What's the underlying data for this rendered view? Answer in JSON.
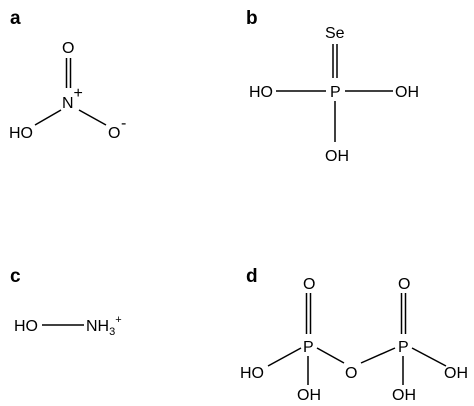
{
  "panels": {
    "a": {
      "label": "a",
      "atoms": {
        "o_top": "O",
        "n": "N",
        "n_charge": "+",
        "ho": "HO",
        "o_minus": "O",
        "o_charge": "-"
      }
    },
    "b": {
      "label": "b",
      "atoms": {
        "se": "Se",
        "p": "P",
        "ho_left": "HO",
        "oh_right": "OH",
        "oh_bottom": "OH"
      }
    },
    "c": {
      "label": "c",
      "atoms": {
        "ho": "HO",
        "nh": "NH",
        "sub": "3",
        "charge": "+"
      }
    },
    "d": {
      "label": "d",
      "atoms": {
        "o_top_left": "O",
        "o_top_right": "O",
        "p_left": "P",
        "o_bridge": "O",
        "p_right": "P",
        "ho_left": "HO",
        "oh_right": "OH",
        "oh_bottom_left": "OH",
        "oh_bottom_right": "OH"
      }
    }
  }
}
